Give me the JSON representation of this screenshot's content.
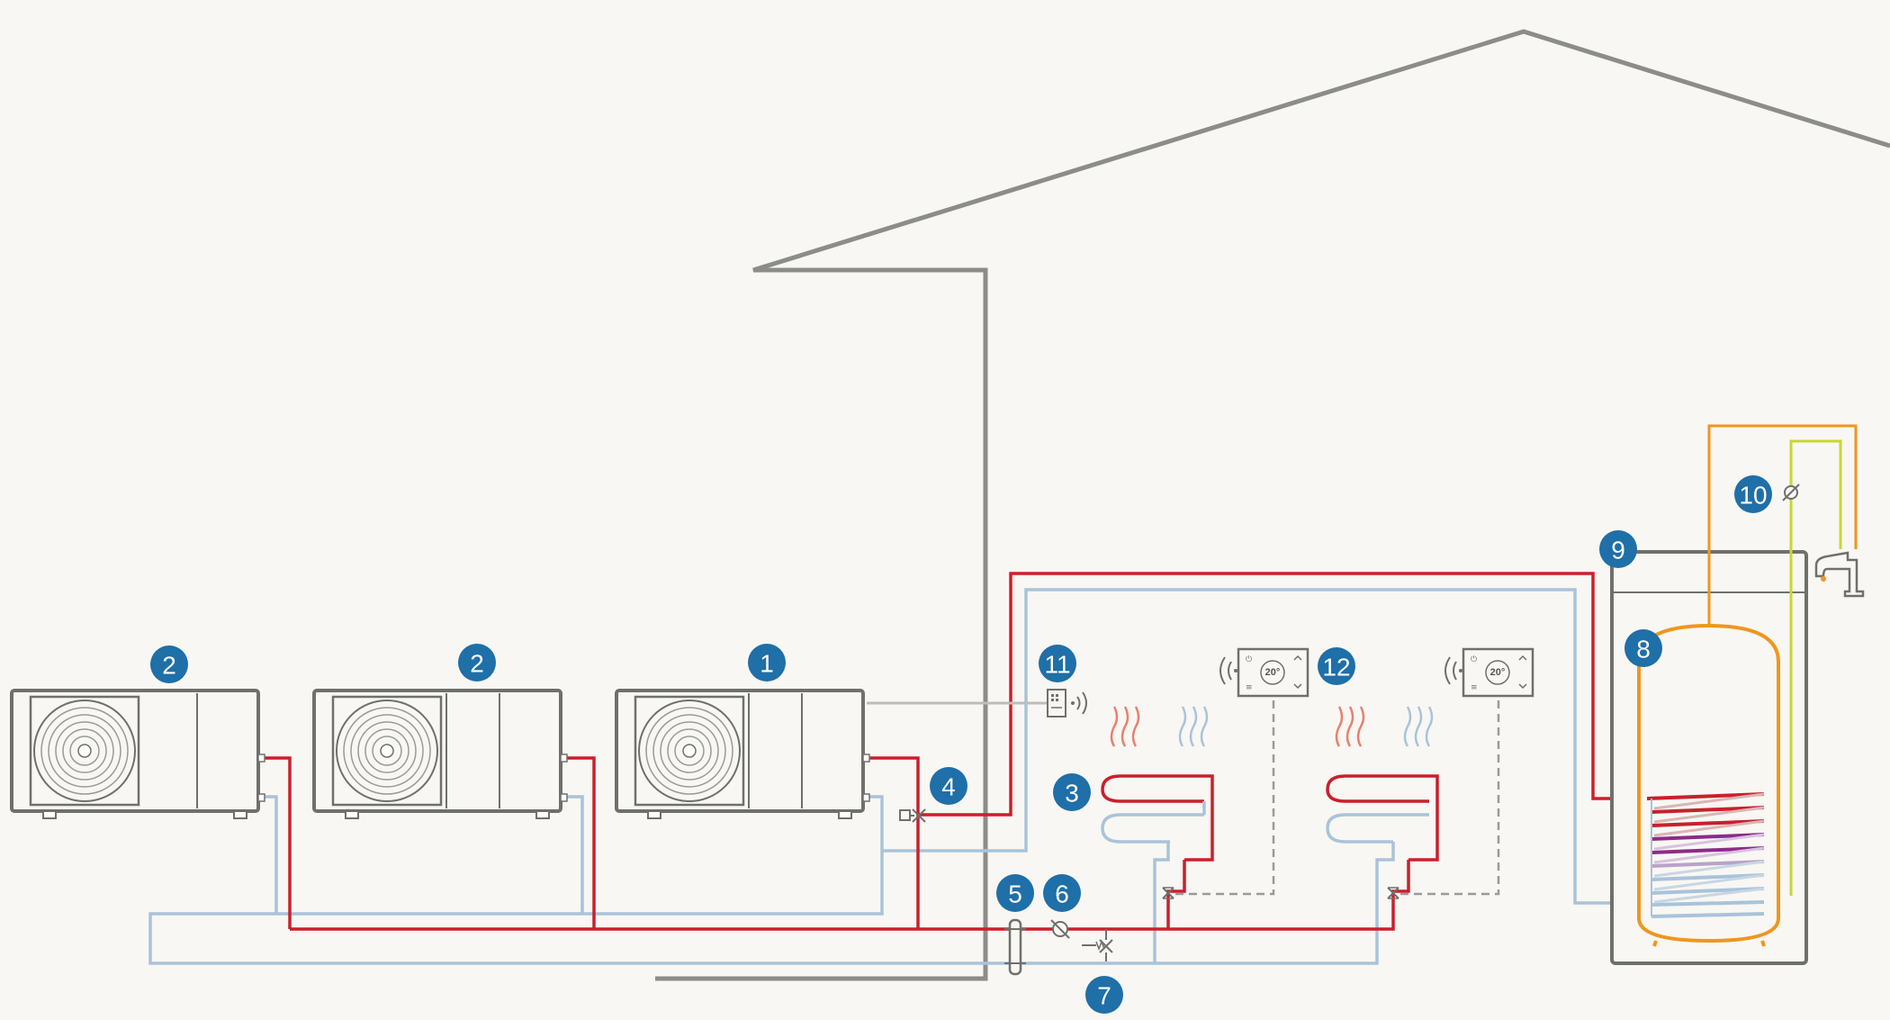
{
  "colors": {
    "background": "#f8f7f3",
    "house_outline": "#8c8d89",
    "unit_outline": "#6f706c",
    "supply_pipe": "#c9202c",
    "return_pipe": "#a9c3da",
    "tank_coil": "#f0961e",
    "cold_water": "#c8d634",
    "badge": "#1f6fa8",
    "control_wire": "#999999"
  },
  "components": [
    {
      "id": "badge-1",
      "number": "1",
      "icon": "heat-pump-unit-icon"
    },
    {
      "id": "badge-2a",
      "number": "2",
      "icon": "heat-pump-unit-icon"
    },
    {
      "id": "badge-2b",
      "number": "2",
      "icon": "heat-pump-unit-icon"
    },
    {
      "id": "badge-3",
      "number": "3",
      "icon": "underfloor-heating-icon"
    },
    {
      "id": "badge-4",
      "number": "4",
      "icon": "three-way-valve-icon"
    },
    {
      "id": "badge-5",
      "number": "5",
      "icon": "buffer-separator-icon"
    },
    {
      "id": "badge-6",
      "number": "6",
      "icon": "pump-icon"
    },
    {
      "id": "badge-7",
      "number": "7",
      "icon": "safety-valve-icon"
    },
    {
      "id": "badge-8",
      "number": "8",
      "icon": "hot-water-tank-icon"
    },
    {
      "id": "badge-9",
      "number": "9",
      "icon": "cabinet-icon"
    },
    {
      "id": "badge-10",
      "number": "10",
      "icon": "mixing-valve-icon"
    },
    {
      "id": "badge-11",
      "number": "11",
      "icon": "wireless-controller-icon"
    },
    {
      "id": "badge-12",
      "number": "12",
      "icon": "room-thermostat-icon"
    }
  ],
  "thermostats": [
    {
      "display": "20°"
    },
    {
      "display": "20°"
    }
  ]
}
